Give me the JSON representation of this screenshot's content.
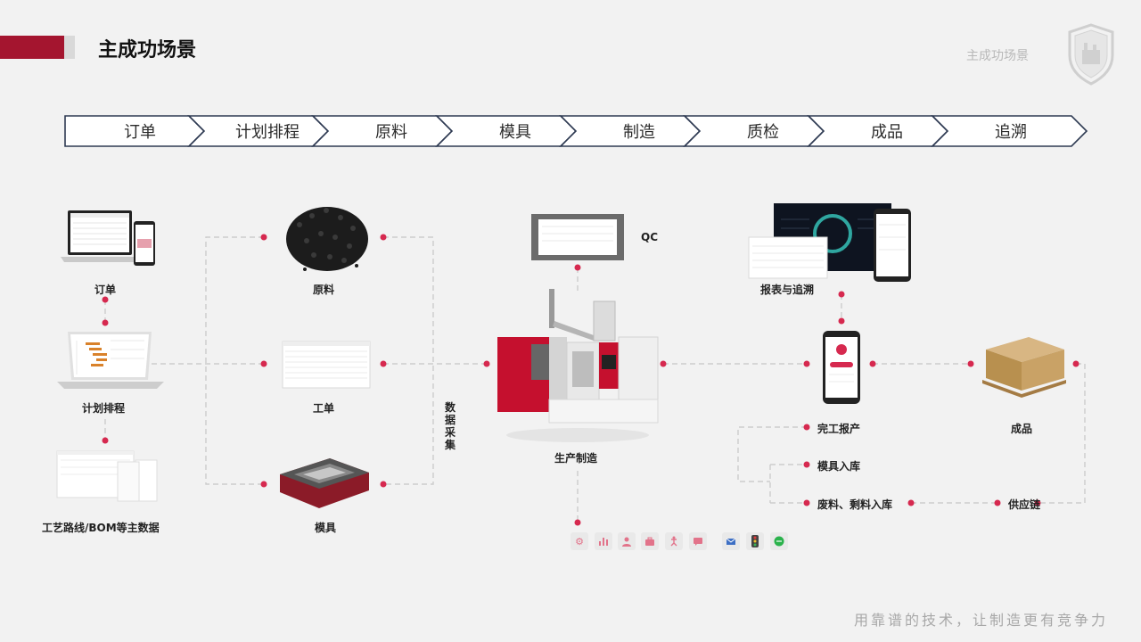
{
  "header": {
    "title": "主成功场景",
    "corner_title": "主成功场景"
  },
  "process_steps": [
    {
      "label": "订单"
    },
    {
      "label": "计划排程"
    },
    {
      "label": "原料"
    },
    {
      "label": "模具"
    },
    {
      "label": "制造"
    },
    {
      "label": "质检"
    },
    {
      "label": "成品"
    },
    {
      "label": "追溯"
    }
  ],
  "nodes": {
    "order": "订单",
    "planning": "计划排程",
    "master_data": "工艺路线/BOM等主数据",
    "raw_material": "原料",
    "work_order": "工单",
    "mold": "模具",
    "data_collection": "数据采集",
    "qc": "QC",
    "production": "生产制造",
    "report_trace": "报表与追溯",
    "finished_product": "成品",
    "completion_report": "完工报产",
    "mold_storage": "模具入库",
    "scrap_storage": "废料、剩料入库",
    "supply_chain": "供应链"
  },
  "integration_icons": [
    "gear-icon",
    "bar-chart-icon",
    "user-icon",
    "briefcase-icon",
    "accessibility-icon",
    "message-icon",
    "mail-icon",
    "traffic-light-icon",
    "chat-icon"
  ],
  "footer": {
    "slogan": "用靠谱的技术，让制造更有竞争力"
  },
  "colors": {
    "accent": "#a4152f",
    "dot": "#d6294f",
    "connector": "#c8c8c8",
    "arrow_stroke": "#2e3a52"
  }
}
